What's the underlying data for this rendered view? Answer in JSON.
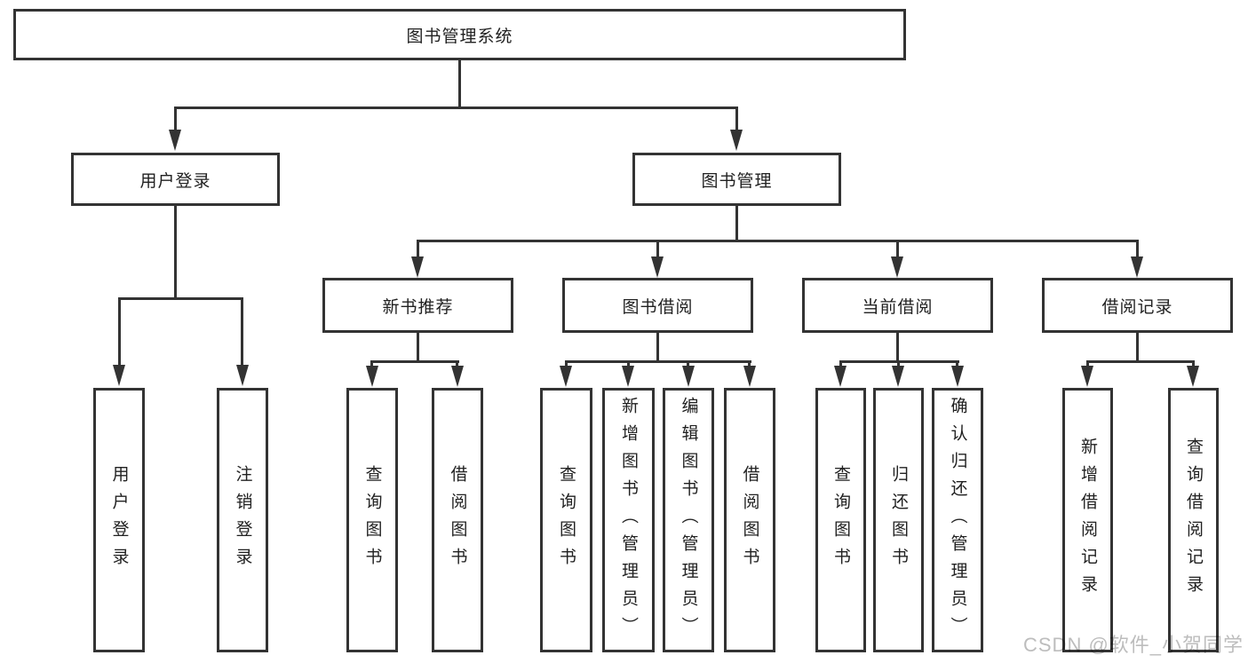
{
  "colors": {
    "line": "#333333",
    "text": "#212121",
    "watermark": "#bdbdbd",
    "background": "#ffffff"
  },
  "diagram": {
    "root": {
      "label": "图书管理系统"
    },
    "level2": {
      "user_login": {
        "label": "用户登录"
      },
      "book_management": {
        "label": "图书管理"
      }
    },
    "level3": {
      "new_book_recommendation": {
        "label": "新书推荐"
      },
      "book_borrowing": {
        "label": "图书借阅"
      },
      "current_borrowing": {
        "label": "当前借阅"
      },
      "borrowing_records": {
        "label": "借阅记录"
      }
    },
    "leaves": {
      "user_login": [
        "用户登录",
        "注销登录"
      ],
      "new_book_recommendation": [
        "查询图书",
        "借阅图书"
      ],
      "book_borrowing": [
        "查询图书",
        "新增图书（管理员）",
        "编辑图书（管理员）",
        "借阅图书"
      ],
      "current_borrowing": [
        "查询图书",
        "归还图书",
        "确认归还（管理员）"
      ],
      "borrowing_records": [
        "新增借阅记录",
        "查询借阅记录"
      ]
    }
  },
  "watermark": {
    "text": "CSDN @软件_小贺同学"
  }
}
